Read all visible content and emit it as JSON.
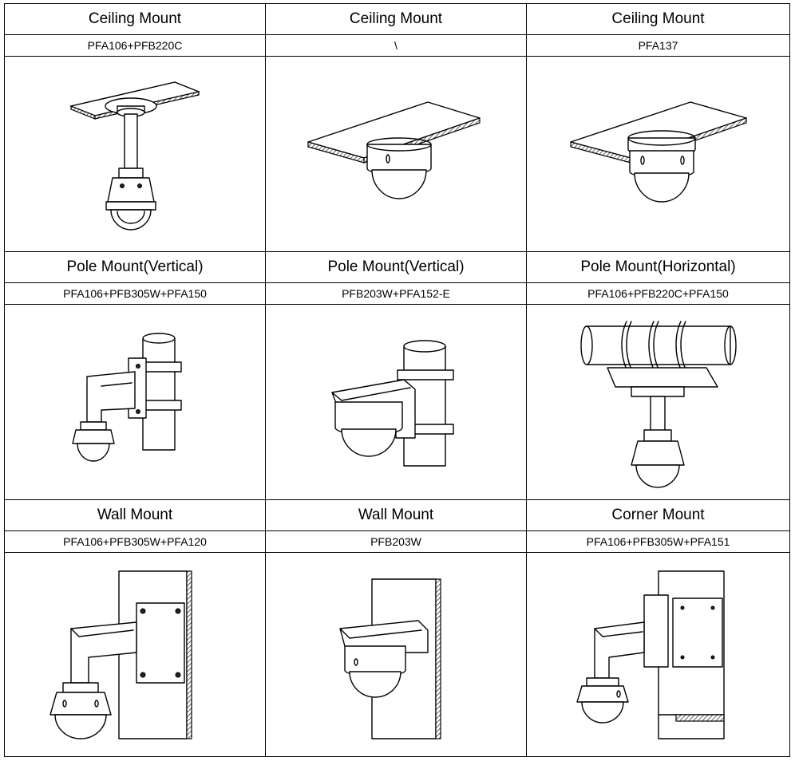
{
  "rows": [
    {
      "titles": [
        "Ceiling Mount",
        "Ceiling Mount",
        "Ceiling Mount"
      ],
      "models": [
        "PFA106+PFB220C",
        "\\",
        "PFA137"
      ],
      "icons": [
        "pendant-ceiling-mount-drawing-icon",
        "flush-ceiling-dome-drawing-icon",
        "ceiling-adapter-dome-drawing-icon"
      ]
    },
    {
      "titles": [
        "Pole Mount(Vertical)",
        "Pole Mount(Vertical)",
        "Pole Mount(Horizontal)"
      ],
      "models": [
        "PFA106+PFB305W+PFA150",
        "PFB203W+PFA152-E",
        "PFA106+PFB220C+PFA150"
      ],
      "icons": [
        "vertical-pole-bracket-drawing-icon",
        "vertical-pole-wall-bracket-drawing-icon",
        "horizontal-pole-pendant-drawing-icon"
      ]
    },
    {
      "titles": [
        "Wall Mount",
        "Wall Mount",
        "Corner Mount"
      ],
      "models": [
        "PFA106+PFB305W+PFA120",
        "PFB203W",
        "PFA106+PFB305W+PFA151"
      ],
      "icons": [
        "wall-bracket-box-drawing-icon",
        "wall-bracket-drawing-icon",
        "corner-bracket-drawing-icon"
      ]
    }
  ]
}
